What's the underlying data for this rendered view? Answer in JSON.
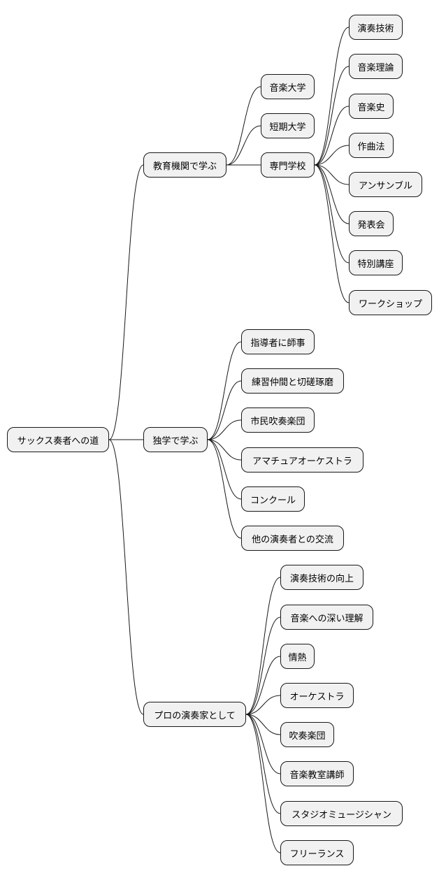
{
  "root": {
    "label": "サックス奏者への道",
    "branches": [
      {
        "label": "教育機関で学ぶ",
        "children": [
          {
            "label": "音楽大学",
            "children": []
          },
          {
            "label": "短期大学",
            "children": []
          },
          {
            "label": "専門学校",
            "children": [
              {
                "label": "演奏技術"
              },
              {
                "label": "音楽理論"
              },
              {
                "label": "音楽史"
              },
              {
                "label": "作曲法"
              },
              {
                "label": "アンサンブル"
              },
              {
                "label": "発表会"
              },
              {
                "label": "特別講座"
              },
              {
                "label": "ワークショップ"
              }
            ]
          }
        ]
      },
      {
        "label": "独学で学ぶ",
        "children": [
          {
            "label": "指導者に師事"
          },
          {
            "label": "練習仲間と切磋琢磨"
          },
          {
            "label": "市民吹奏楽団"
          },
          {
            "label": "アマチュアオーケストラ"
          },
          {
            "label": "コンクール"
          },
          {
            "label": "他の演奏者との交流"
          }
        ]
      },
      {
        "label": "プロの演奏家として",
        "children": [
          {
            "label": "演奏技術の向上"
          },
          {
            "label": "音楽への深い理解"
          },
          {
            "label": "情熱"
          },
          {
            "label": "オーケストラ"
          },
          {
            "label": "吹奏楽団"
          },
          {
            "label": "音楽教室講師"
          },
          {
            "label": "スタジオミュージシャン"
          },
          {
            "label": "フリーランス"
          }
        ]
      }
    ]
  }
}
